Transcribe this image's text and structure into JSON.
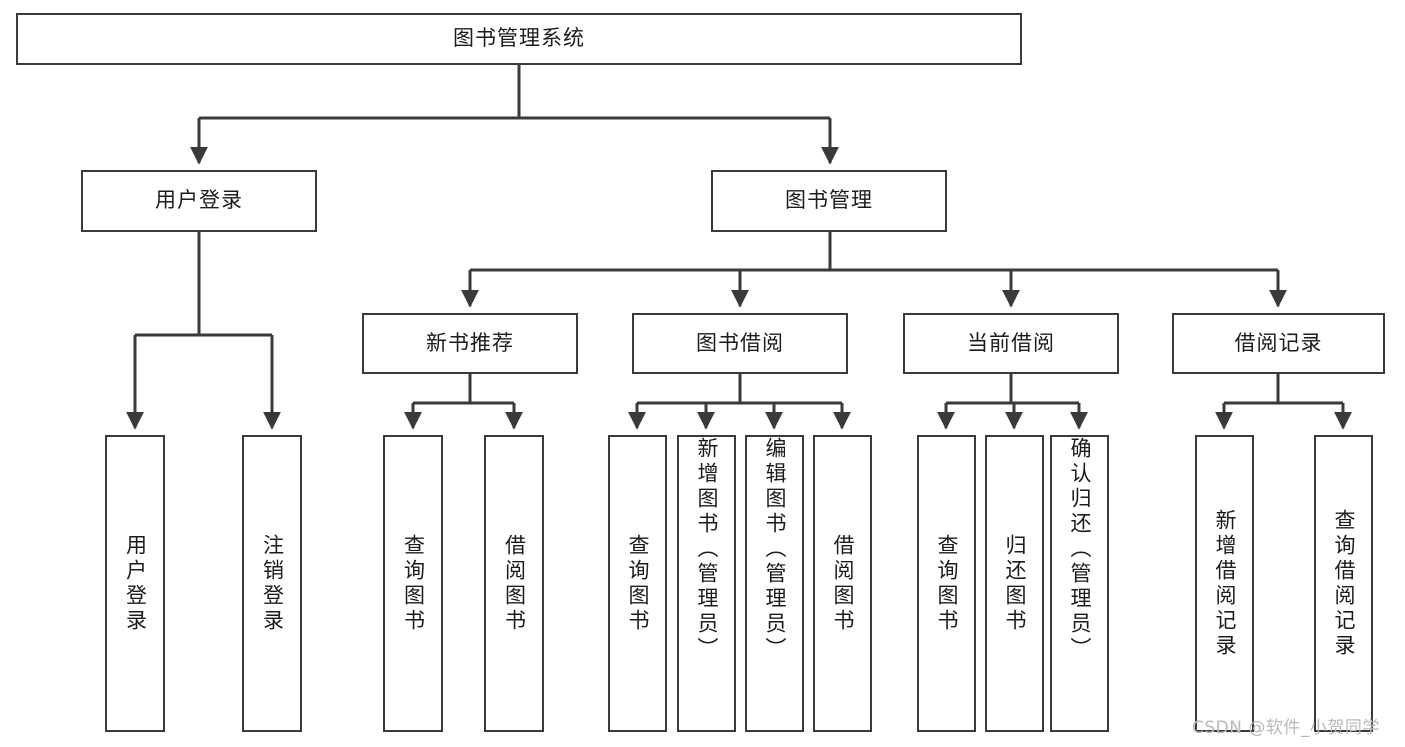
{
  "diagram": {
    "title_node": {
      "label": "图书管理系统"
    },
    "level2": [
      {
        "id": "user-login",
        "label": "用户登录"
      },
      {
        "id": "book-management",
        "label": "图书管理"
      }
    ],
    "level3": [
      {
        "id": "new-book-recommend",
        "label": "新书推荐"
      },
      {
        "id": "book-borrow",
        "label": "图书借阅"
      },
      {
        "id": "current-borrow",
        "label": "当前借阅"
      },
      {
        "id": "borrow-record",
        "label": "借阅记录"
      }
    ],
    "leaves": [
      {
        "id": "leaf-user-login",
        "label": "用户登录",
        "parent": "user-login"
      },
      {
        "id": "leaf-logout",
        "label": "注销登录",
        "parent": "user-login"
      },
      {
        "id": "leaf-query-book-1",
        "label": "查询图书",
        "parent": "new-book-recommend"
      },
      {
        "id": "leaf-borrow-book-1",
        "label": "借阅图书",
        "parent": "new-book-recommend"
      },
      {
        "id": "leaf-query-book-2",
        "label": "查询图书",
        "parent": "book-borrow"
      },
      {
        "id": "leaf-add-book",
        "label": "新增图书（管理员）",
        "parent": "book-borrow"
      },
      {
        "id": "leaf-edit-book",
        "label": "编辑图书（管理员）",
        "parent": "book-borrow"
      },
      {
        "id": "leaf-borrow-book-2",
        "label": "借阅图书",
        "parent": "book-borrow"
      },
      {
        "id": "leaf-query-book-3",
        "label": "查询图书",
        "parent": "current-borrow"
      },
      {
        "id": "leaf-return-book",
        "label": "归还图书",
        "parent": "current-borrow"
      },
      {
        "id": "leaf-confirm-return",
        "label": "确认归还（管理员）",
        "parent": "current-borrow"
      },
      {
        "id": "leaf-add-record",
        "label": "新增借阅记录",
        "parent": "borrow-record"
      },
      {
        "id": "leaf-query-record",
        "label": "查询借阅记录",
        "parent": "borrow-record"
      }
    ],
    "watermark": "CSDN @软件_小贺同学",
    "colors": {
      "stroke": "#3a3a3a",
      "background": "#ffffff",
      "text": "#1c1c1c",
      "watermark": "#b9b9b9"
    }
  }
}
